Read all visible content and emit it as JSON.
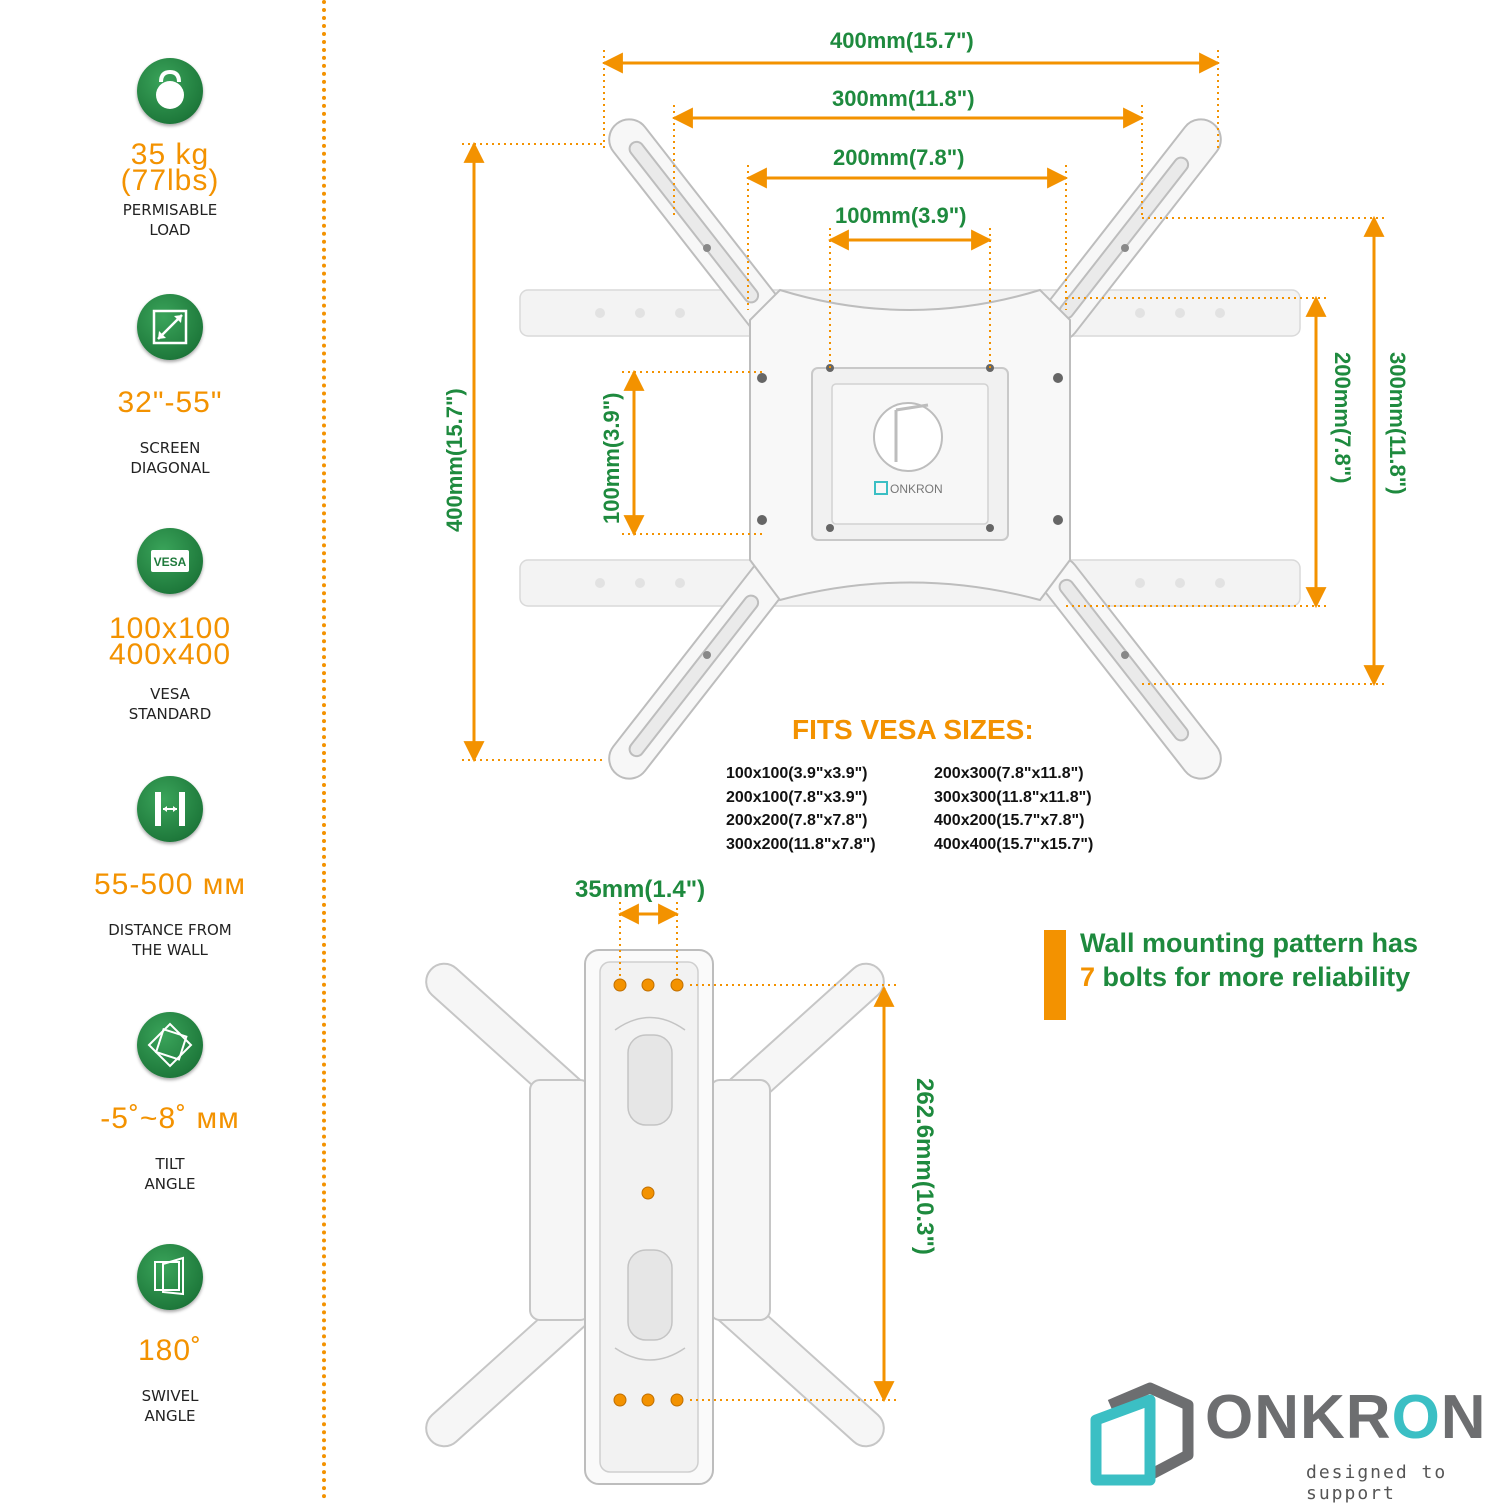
{
  "specs": [
    {
      "icon": "kettlebell-icon",
      "value_line1": "35 kg",
      "value_line2": "(77lbs)",
      "label_line1": "PERMISABLE",
      "label_line2": "LOAD"
    },
    {
      "icon": "diagonal-arrow-icon",
      "value_line1": "32\"-55\"",
      "label_line1": "SCREEN",
      "label_line2": "DIAGONAL"
    },
    {
      "icon": "vesa-icon",
      "icon_text": "VESA",
      "value_line1": "100x100",
      "value_line2": "400x400",
      "label_line1": "VESA",
      "label_line2": "STANDARD"
    },
    {
      "icon": "wall-distance-icon",
      "value_line1": "55-500 мм",
      "label_line1": "DISTANCE FROM",
      "label_line2": "THE WALL"
    },
    {
      "icon": "tilt-icon",
      "value_line1": "-5˚~8˚ мм",
      "label_line1": "TILT",
      "label_line2": "ANGLE"
    },
    {
      "icon": "swivel-icon",
      "value_line1": "180˚",
      "label_line1": "SWIVEL",
      "label_line2": "ANGLE"
    }
  ],
  "dimensions": {
    "h400": "400mm(15.7\")",
    "h300": "300mm(11.8\")",
    "h200": "200mm(7.8\")",
    "h100": "100mm(3.9\")",
    "v400": "400mm(15.7\")",
    "v100": "100mm(3.9\")",
    "v200": "200mm(7.8\")",
    "v300": "300mm(11.8\")",
    "bolt_spacing": "35mm(1.4\")",
    "wall_height": "262.6mm(10.3\")"
  },
  "device_brand": "ONKRON",
  "vesa_sizes": {
    "title": "FITS VESA SIZES:",
    "col1": [
      "100x100(3.9\"x3.9\")",
      "200x100(7.8\"x3.9\")",
      "200x200(7.8\"x7.8\")",
      "300x200(11.8\"x7.8\")"
    ],
    "col2": [
      "200x300(7.8\"x11.8\")",
      "300x300(11.8\"x11.8\")",
      "400x200(15.7\"x7.8\")",
      "400x400(15.7\"x15.7\")"
    ]
  },
  "wall_note": {
    "before": "Wall mounting pattern has ",
    "highlight": "7",
    "after": " bolts for more reliability"
  },
  "logo": {
    "brand_a": "ONKR",
    "brand_b": "O",
    "brand_c": "N",
    "tagline": "designed to support"
  },
  "colors": {
    "accent_orange": "#f39200",
    "dimension_green": "#1e8a3e",
    "icon_green": "#1f7a3c",
    "logo_teal": "#3bbfc4",
    "logo_gray": "#6d6e70"
  }
}
